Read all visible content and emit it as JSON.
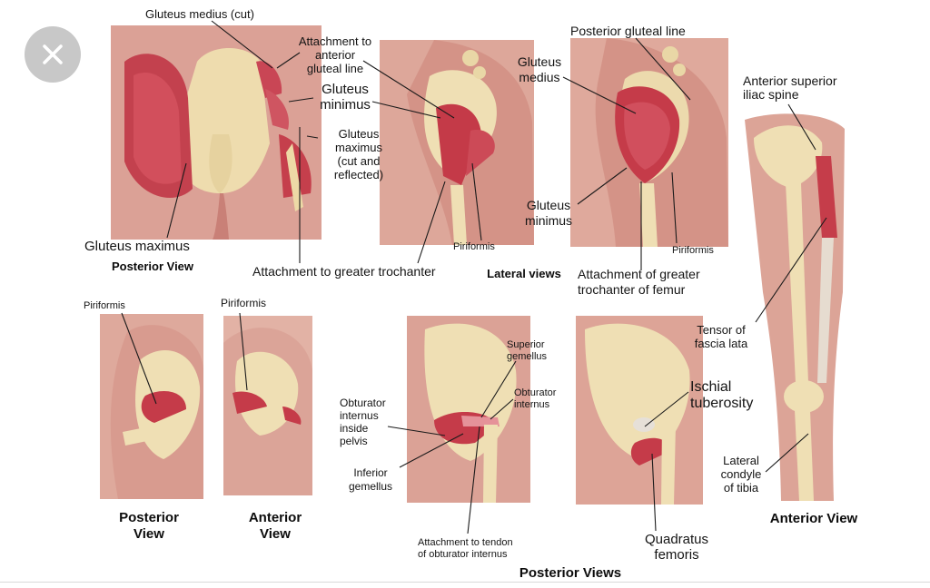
{
  "close_button": {
    "icon": "close-icon"
  },
  "labels": {
    "gluteus_medius_cut": "Gluteus medius (cut)",
    "attachment_anterior_gluteal_line": "Attachment to\nanterior\ngluteal line",
    "gluteus_minimus_top": "Gluteus\nminimus",
    "gluteus_maximus_cut": "Gluteus\nmaximus\n(cut and\nreflected)",
    "gluteus_maximus": "Gluteus maximus",
    "attachment_greater_trochanter": "Attachment to greater trochanter",
    "piriformis_lateral": "Piriformis",
    "posterior_gluteal_line": "Posterior gluteal line",
    "gluteus_medius": "Gluteus\nmedius",
    "gluteus_minimus_lateral": "Gluteus\nminimus",
    "piriformis_lateral2": "Piriformis",
    "attachment_greater_trochanter_femur": "Attachment of greater\ntrochanter of femur",
    "anterior_superior_iliac_spine": "Anterior superior\niliac spine",
    "tensor_fascia_lata": "Tensor of\nfascia lata",
    "ischial_tuberosity": "Ischial\ntuberosity",
    "lateral_condyle_tibia": "Lateral\ncondyle\nof tibia",
    "piriformis_post": "Piriformis",
    "piriformis_ant": "Piriformis",
    "superior_gemellus": "Superior\ngemellus",
    "obturator_internus": "Obturator\ninternus",
    "obturator_internus_inside": "Obturator\ninternus\ninside\npelvis",
    "inferior_gemellus": "Inferior\ngemellus",
    "attachment_tendon_obturator": "Attachment to tendon\nof obturator internus",
    "quadratus_femoris": "Quadratus\nfemoris"
  },
  "captions": {
    "posterior_view_top": "Posterior View",
    "lateral_views": "Lateral views",
    "posterior_view_bottom": "Posterior\nView",
    "anterior_view_bottom": "Anterior\nView",
    "posterior_views": "Posterior Views",
    "anterior_view_right": "Anterior View"
  },
  "colors": {
    "skin": "#d89a8e",
    "skin_dark": "#b9766c",
    "bone": "#f0e2b8",
    "muscle": "#c43a48",
    "muscle_light": "#e58b92",
    "close_bg": "#c8c8c8"
  }
}
